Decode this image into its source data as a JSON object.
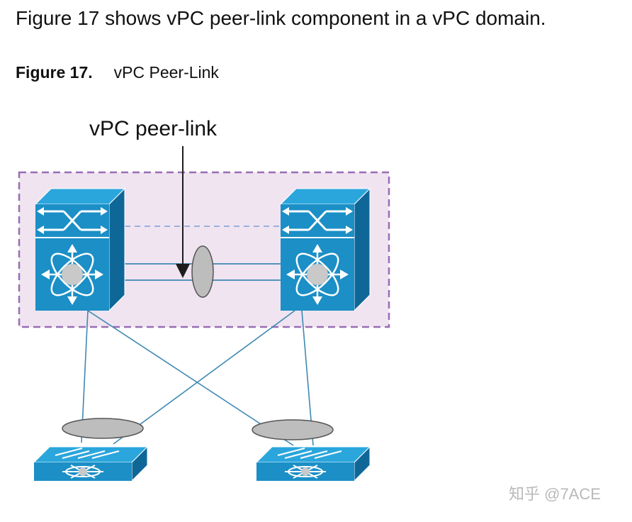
{
  "intro_text": "Figure 17 shows vPC peer-link component in a vPC domain.",
  "caption": {
    "number": "Figure 17.",
    "title": "vPC Peer-Link"
  },
  "diagram": {
    "callout_label": "vPC peer-link",
    "colors": {
      "domain_fill": "#f0e4f1",
      "domain_border": "#9a6cb4",
      "switch_front": "#1b8fc6",
      "switch_top": "#2aa6dc",
      "switch_side": "#0f6797",
      "link": "#3f89b2",
      "port_channel_fill": "#bdbdbd",
      "peer_keepalive": "#7f9fd4"
    },
    "nodes": [
      {
        "name": "vpc-peer-switch-left",
        "icon": "nexus-core-switch-icon"
      },
      {
        "name": "vpc-peer-switch-right",
        "icon": "nexus-core-switch-icon"
      },
      {
        "name": "downstream-switch-left",
        "icon": "layer3-switch-icon"
      },
      {
        "name": "downstream-switch-right",
        "icon": "layer3-switch-icon"
      }
    ]
  },
  "watermark": "知乎 @7ACE"
}
